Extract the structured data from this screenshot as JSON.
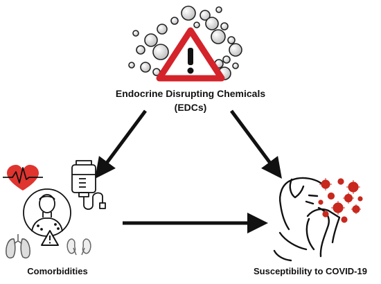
{
  "nodes": {
    "edc": {
      "title_line1": "Endocrine Disrupting Chemicals",
      "title_line2": "(EDCs)",
      "icon": "warning-triangle-with-chemical-bubbles-icon"
    },
    "comorbidities": {
      "label": "Comorbidities",
      "icons": [
        "heart-ecg-icon",
        "iv-drip-bag-icon",
        "patient-head-icon",
        "lungs-icon",
        "kidneys-icon",
        "small-warning-icon"
      ]
    },
    "covid": {
      "label": "Susceptibility to COVID-19",
      "icons": [
        "sneezing-person-icon",
        "virus-particles-icon"
      ]
    }
  },
  "edges": [
    {
      "from": "edc",
      "to": "comorbidities"
    },
    {
      "from": "edc",
      "to": "covid"
    },
    {
      "from": "comorbidities",
      "to": "covid"
    }
  ],
  "colors": {
    "warning_red": "#d4232a",
    "heart_red": "#e0342f",
    "virus_red": "#c8281e",
    "bubble_gray": "#c9c9c9",
    "ink": "#111111"
  }
}
